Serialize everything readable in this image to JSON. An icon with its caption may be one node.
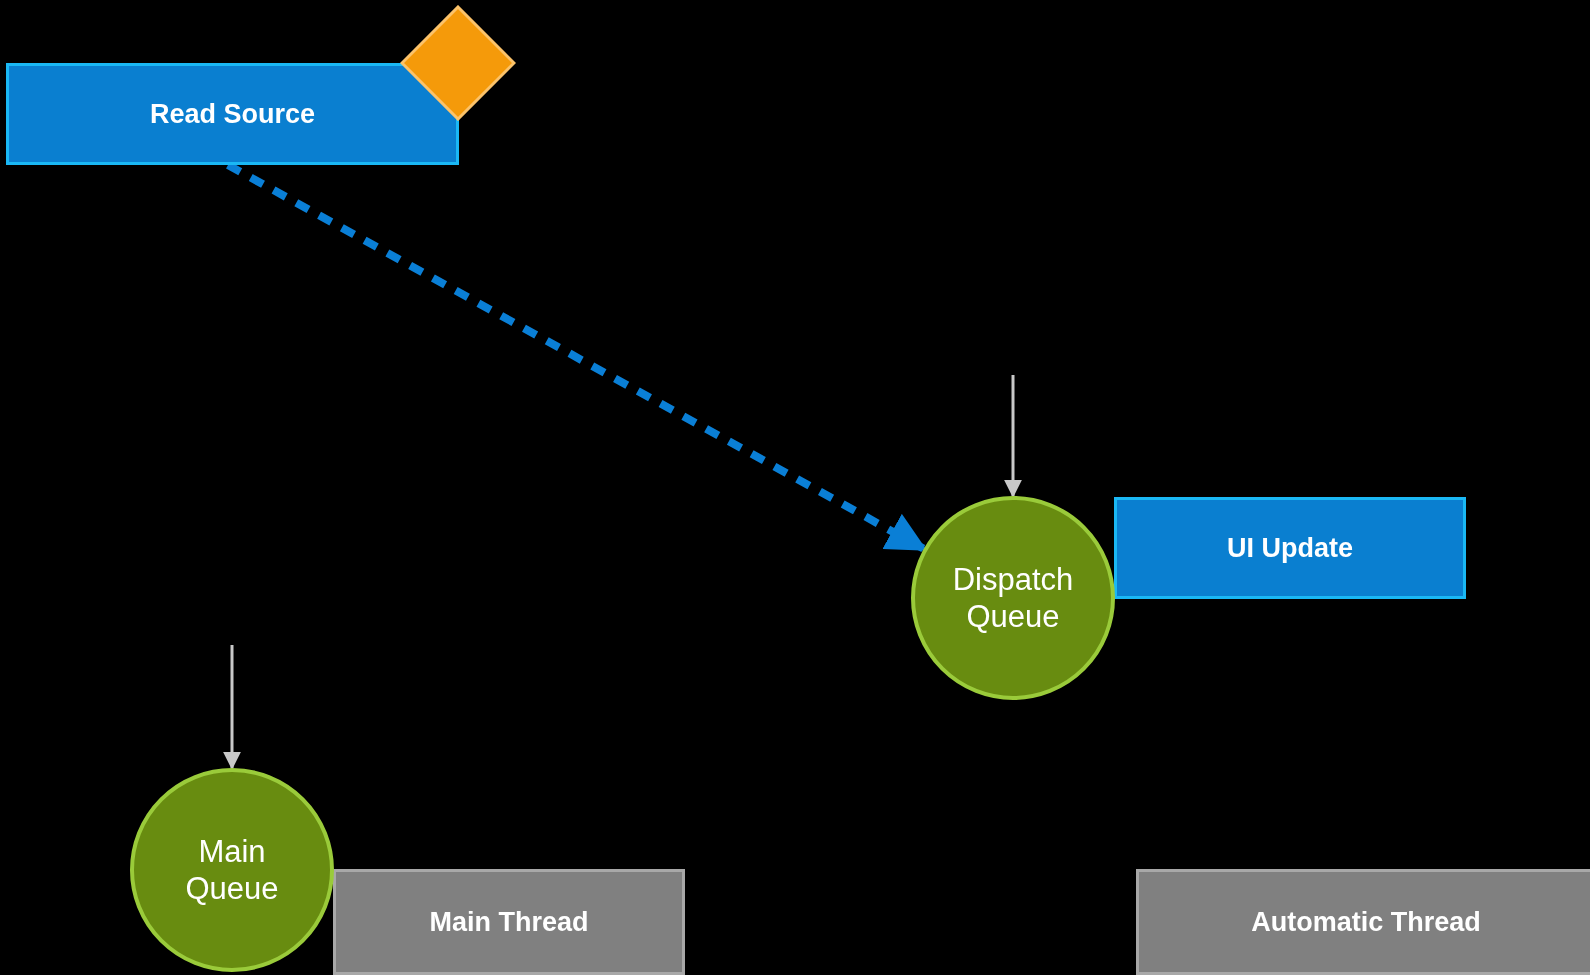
{
  "diagram": {
    "nodes": [
      {
        "text": [
          "Read Source"
        ]
      },
      {
        "text": [],
        "shape": "diamond"
      },
      {
        "text": [
          "UI Update"
        ]
      },
      {
        "text": [
          "Dispatch Queue"
        ]
      },
      {
        "text": [
          "Main Thread"
        ]
      },
      {
        "text": [
          "Main Queue"
        ]
      },
      {
        "text": [
          "Automatic Thread"
        ]
      }
    ],
    "edges": [
      {
        "from": 0,
        "to": 3,
        "arrow": "to",
        "style": "dashed",
        "color": "#0a7fd6"
      },
      {
        "from": null,
        "to": 3,
        "arrow": "to"
      },
      {
        "from": null,
        "to": 5,
        "arrow": "to"
      }
    ]
  }
}
